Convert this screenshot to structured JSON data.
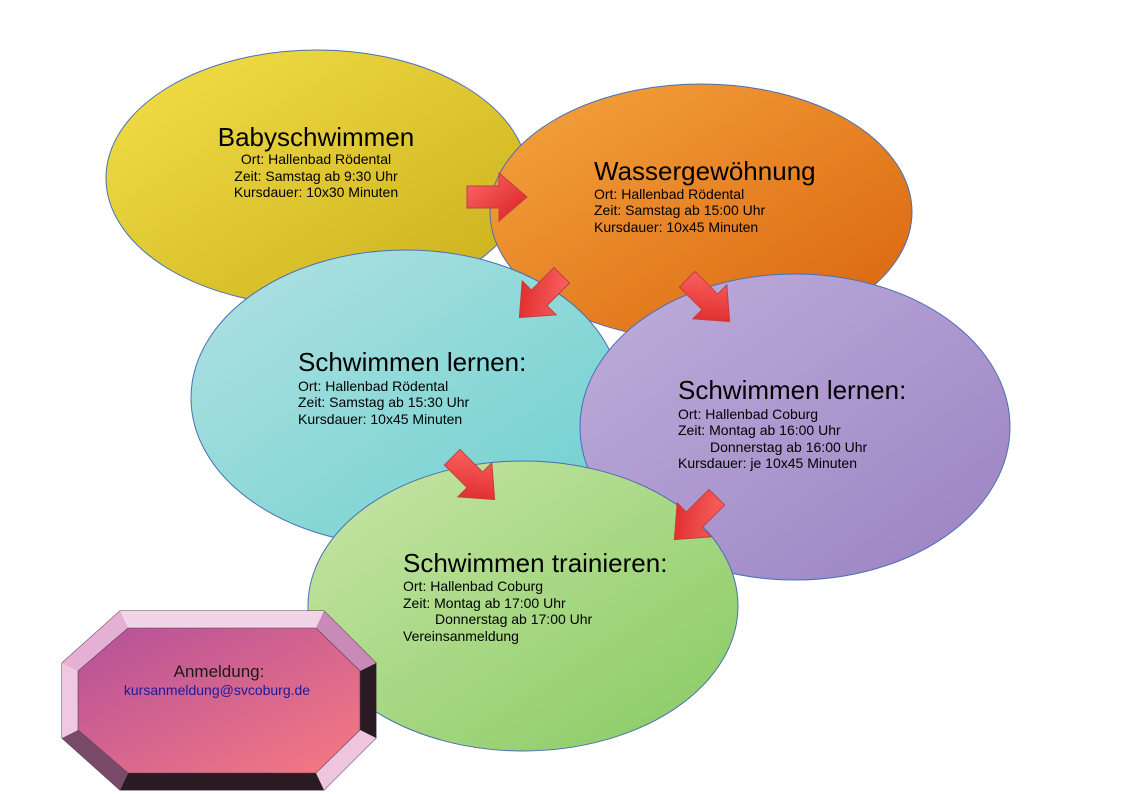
{
  "courses": {
    "babyschwimmen": {
      "title": "Babyschwimmen",
      "lines": [
        "Ort: Hallenbad Rödental",
        "Zeit: Samstag ab 9:30 Uhr",
        "Kursdauer: 10x30 Minuten"
      ]
    },
    "wassergewoehnung": {
      "title": "Wassergewöhnung",
      "lines": [
        "Ort: Hallenbad Rödental",
        "Zeit: Samstag ab 15:00 Uhr",
        "Kursdauer: 10x45 Minuten"
      ]
    },
    "lernen_roedental": {
      "title": "Schwimmen lernen:",
      "lines": [
        "Ort: Hallenbad Rödental",
        "Zeit: Samstag ab 15:30 Uhr",
        "Kursdauer: 10x45 Minuten"
      ]
    },
    "lernen_coburg": {
      "title": "Schwimmen lernen:",
      "lines": [
        "Ort: Hallenbad Coburg",
        "Zeit: Montag ab 16:00 Uhr",
        "Donnerstag ab 16:00 Uhr",
        "Kursdauer: je 10x45 Minuten"
      ]
    },
    "trainieren": {
      "title": "Schwimmen trainieren:",
      "lines": [
        "Ort: Hallenbad Coburg",
        "Zeit: Montag ab 17:00 Uhr",
        "Donnerstag ab 17:00 Uhr",
        "Vereinsanmeldung"
      ]
    }
  },
  "anmeldung": {
    "title": "Anmeldung:",
    "email": "kursanmeldung@svcoburg.de"
  },
  "colors": {
    "babyschwimmen": [
      "#f4e04a",
      "#c9ae1a"
    ],
    "wassergewoehnung": [
      "#f5a540",
      "#d9620c"
    ],
    "lernen_roedental": [
      "#a9e0e0",
      "#6ccfcf"
    ],
    "lernen_coburg": [
      "#b8a6d6",
      "#9a82c2"
    ],
    "trainieren": [
      "#c4e3a0",
      "#8ccc66"
    ],
    "arrow": [
      "#ff5c5c",
      "#d81e1e"
    ],
    "anmeldung": [
      "#b4509a",
      "#f77a82"
    ]
  }
}
